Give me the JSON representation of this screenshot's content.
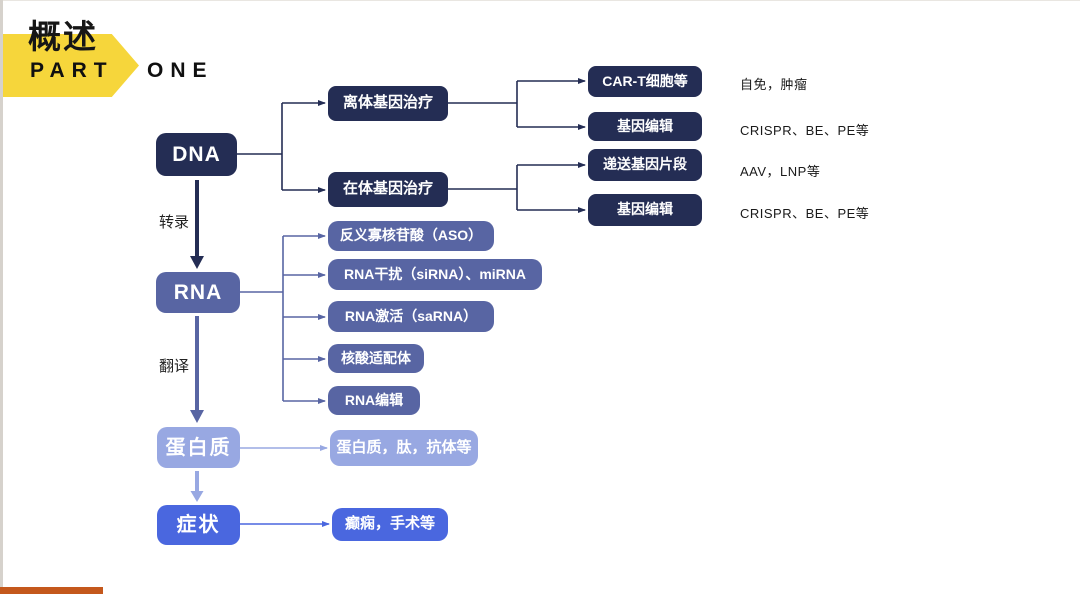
{
  "slide": {
    "section_title": "概述",
    "part_word_1": "PART",
    "part_word_2": "ONE",
    "colors": {
      "banner_yellow": "#F6D63B",
      "dark_navy": "#242D54",
      "slate_blue": "#5865A3",
      "periwinkle": "#98A8E2",
      "royal_blue": "#4A67DF",
      "bottom_bar_orange": "#C4581C"
    }
  },
  "flow": {
    "nodes": {
      "dna": "DNA",
      "rna": "RNA",
      "protein": "蛋白质",
      "symptom": "症状"
    },
    "edge_labels": {
      "transcription": "转录",
      "translation": "翻译"
    },
    "dna_branches": {
      "ex_vivo": "离体基因治疗",
      "in_vivo": "在体基因治疗"
    },
    "leaves": {
      "cart": "CAR-T细胞等",
      "gene_editing_1": "基因编辑",
      "delivery": "递送基因片段",
      "gene_editing_2": "基因编辑"
    },
    "annotations": {
      "cart_note": "自免，肿瘤",
      "gene_editing_1_note": "CRISPR、BE、PE等",
      "delivery_note": "AAV，LNP等",
      "gene_editing_2_note": "CRISPR、BE、PE等"
    },
    "rna_branches": [
      "反义寡核苷酸（ASO）",
      "RNA干扰（siRNA）、miRNA",
      "RNA激活（saRNA）",
      "核酸适配体",
      "RNA编辑"
    ],
    "protein_branch": "蛋白质，肽，抗体等",
    "symptom_branch": "癫痫，手术等"
  }
}
